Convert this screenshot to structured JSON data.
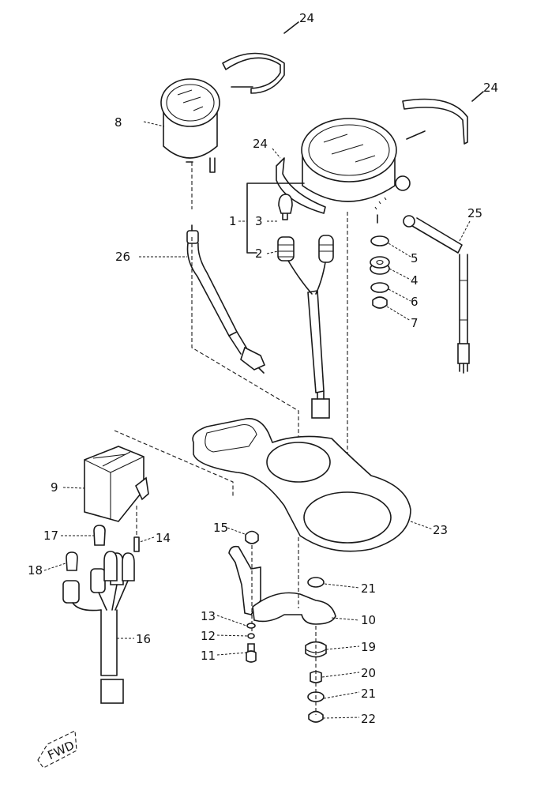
{
  "diagram": {
    "type": "exploded-parts-diagram",
    "subject": "meter assembly",
    "callouts": [
      {
        "id": "c1",
        "label": "1"
      },
      {
        "id": "c2",
        "label": "2"
      },
      {
        "id": "c3",
        "label": "3"
      },
      {
        "id": "c4",
        "label": "4"
      },
      {
        "id": "c5",
        "label": "5"
      },
      {
        "id": "c6",
        "label": "6"
      },
      {
        "id": "c7",
        "label": "7"
      },
      {
        "id": "c8",
        "label": "8"
      },
      {
        "id": "c9",
        "label": "9"
      },
      {
        "id": "c10",
        "label": "10"
      },
      {
        "id": "c11",
        "label": "11"
      },
      {
        "id": "c12",
        "label": "12"
      },
      {
        "id": "c13",
        "label": "13"
      },
      {
        "id": "c14",
        "label": "14"
      },
      {
        "id": "c15",
        "label": "15"
      },
      {
        "id": "c16",
        "label": "16"
      },
      {
        "id": "c17",
        "label": "17"
      },
      {
        "id": "c18",
        "label": "18"
      },
      {
        "id": "c19",
        "label": "19"
      },
      {
        "id": "c20",
        "label": "20"
      },
      {
        "id": "c21a",
        "label": "21"
      },
      {
        "id": "c21b",
        "label": "21"
      },
      {
        "id": "c22",
        "label": "22"
      },
      {
        "id": "c23",
        "label": "23"
      },
      {
        "id": "c24a",
        "label": "24"
      },
      {
        "id": "c24b",
        "label": "24"
      },
      {
        "id": "c24c",
        "label": "24"
      },
      {
        "id": "c25",
        "label": "25"
      },
      {
        "id": "c26",
        "label": "26"
      }
    ],
    "direction_marker": "FWD"
  }
}
